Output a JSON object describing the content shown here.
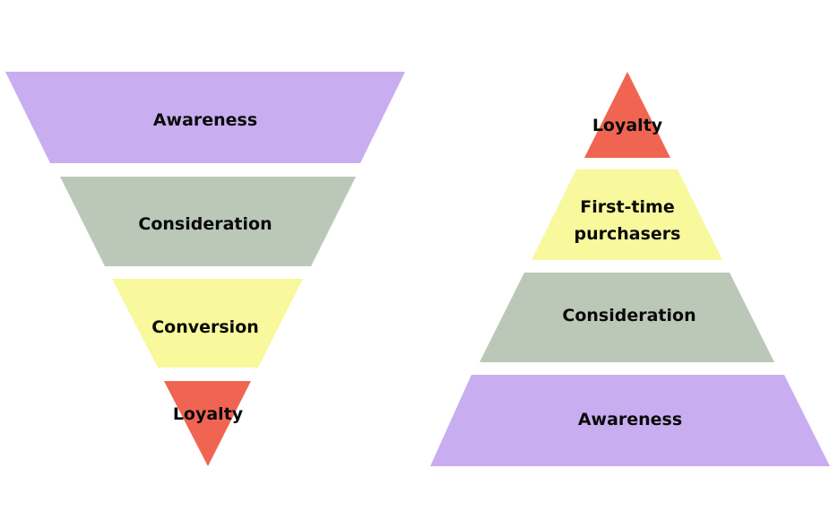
{
  "colors": {
    "awareness": "#c8aef0",
    "consideration": "#bbc8b8",
    "conversion": "#f8f89c",
    "loyalty": "#f06552"
  },
  "funnel": {
    "stages": [
      {
        "label": "Awareness",
        "color_key": "awareness"
      },
      {
        "label": "Consideration",
        "color_key": "consideration"
      },
      {
        "label": "Conversion",
        "color_key": "conversion"
      },
      {
        "label": "Loyalty",
        "color_key": "loyalty"
      }
    ]
  },
  "pyramid": {
    "stages": [
      {
        "lines": [
          "Loyalty"
        ],
        "color_key": "loyalty"
      },
      {
        "lines": [
          "First-time",
          "purchasers"
        ],
        "color_key": "conversion"
      },
      {
        "lines": [
          "Consideration"
        ],
        "color_key": "consideration"
      },
      {
        "lines": [
          "Awareness"
        ],
        "color_key": "awareness"
      }
    ]
  }
}
